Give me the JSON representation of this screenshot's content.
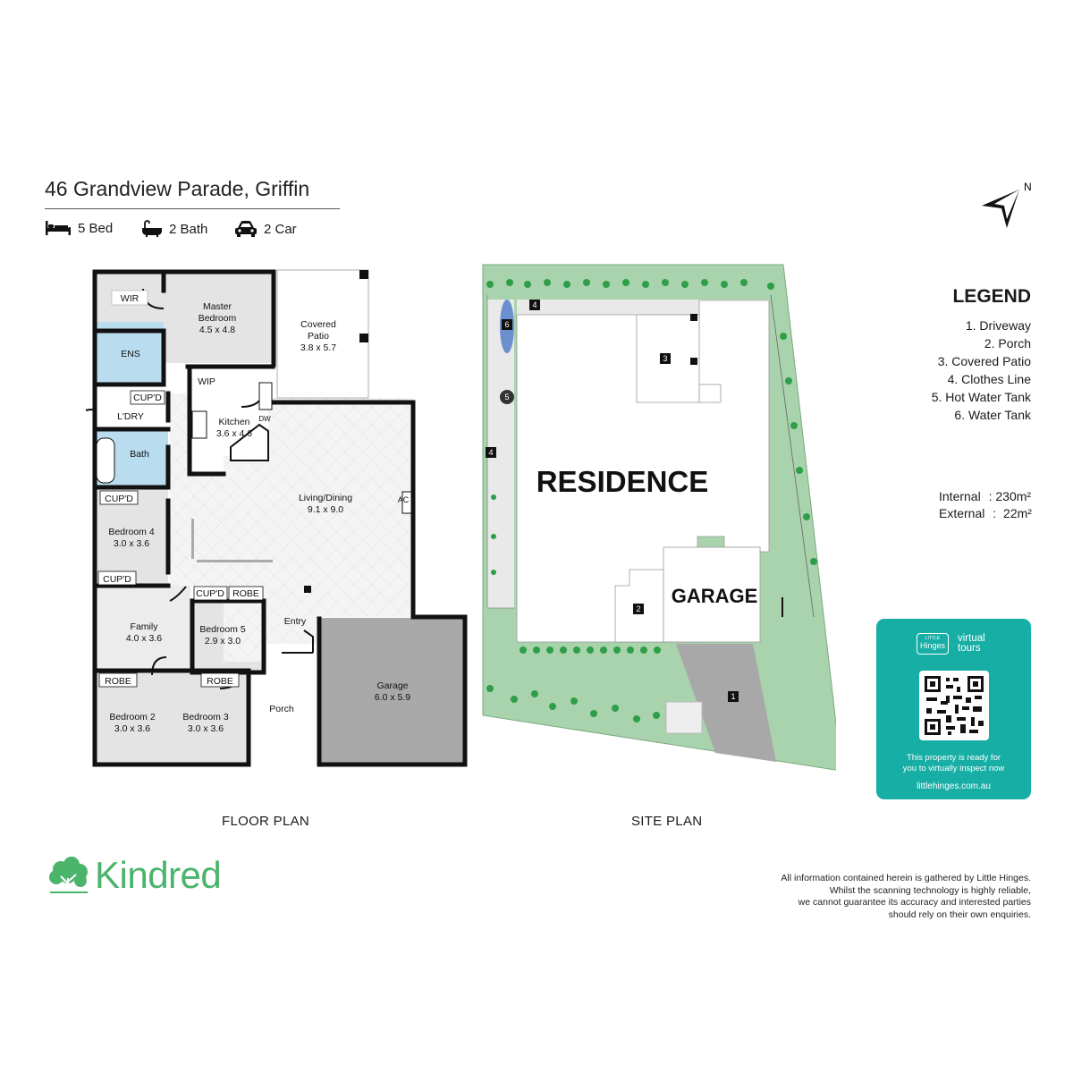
{
  "header": {
    "address": "46 Grandview Parade, Griffin",
    "features": [
      {
        "icon": "bed-icon",
        "label": "5 Bed"
      },
      {
        "icon": "bath-icon",
        "label": "2 Bath"
      },
      {
        "icon": "car-icon",
        "label": "2 Car"
      }
    ]
  },
  "north_label": "N",
  "legend": {
    "title": "LEGEND",
    "items": [
      "1. Driveway",
      "2. Porch",
      "3. Covered Patio",
      "4. Clothes Line",
      "5. Hot Water Tank",
      "6. Water Tank"
    ]
  },
  "areas": {
    "internal_label": "Internal",
    "internal_value": "230m²",
    "external_label": "External",
    "external_value": "22m²"
  },
  "floor_plan": {
    "caption": "FLOOR PLAN",
    "rooms": {
      "wir": "WIR",
      "master_name": "Master",
      "master_name2": "Bedroom",
      "master_dim": "4.5 x 4.8",
      "patio_name": "Covered",
      "patio_name2": "Patio",
      "patio_dim": "3.8 x 5.7",
      "ens": "ENS",
      "wip": "WIP",
      "cupd": "CUP'D",
      "ldry": "L'DRY",
      "kitchen_name": "Kitchen",
      "kitchen_dim": "3.6 x 4.6",
      "dw": "DW",
      "bath": "Bath",
      "living_name": "Living/Dining",
      "living_dim": "9.1 x 9.0",
      "ac": "AC",
      "bed4_name": "Bedroom 4",
      "bed4_dim": "3.0 x 3.6",
      "family_name": "Family",
      "family_dim": "4.0 x 3.6",
      "robe": "ROBE",
      "bed5_name": "Bedroom 5",
      "bed5_dim": "2.9 x 3.0",
      "entry": "Entry",
      "garage_name": "Garage",
      "garage_dim": "6.0 x 5.9",
      "bed2_name": "Bedroom 2",
      "bed2_dim": "3.0 x 3.6",
      "bed3_name": "Bedroom 3",
      "bed3_dim": "3.0 x 3.6",
      "porch": "Porch"
    }
  },
  "site_plan": {
    "caption": "SITE PLAN",
    "residence": "RESIDENCE",
    "garage": "GARAGE",
    "markers": [
      "1",
      "2",
      "3",
      "4",
      "4",
      "5",
      "6"
    ],
    "colors": {
      "lawn": "#a9d3ad",
      "driveway": "#a8a8a8",
      "hedge": "#2e9e48"
    }
  },
  "virtual_tour": {
    "brand_small": "LITTLE",
    "brand": "Hinges",
    "product_line1": "virtual",
    "product_line2": "tours",
    "message_line1": "This property is ready for",
    "message_line2": "you to virtually inspect now",
    "url": "littlehinges.com.au",
    "color": "#17aea5"
  },
  "kindred": {
    "name": "Kindred",
    "color": "#4bb46b"
  },
  "disclaimer": [
    "All information contained herein is gathered by Little Hinges.",
    "Whilst the scanning technology is highly reliable,",
    "we cannot guarantee its accuracy and interested parties",
    "should rely on their own enquiries."
  ]
}
